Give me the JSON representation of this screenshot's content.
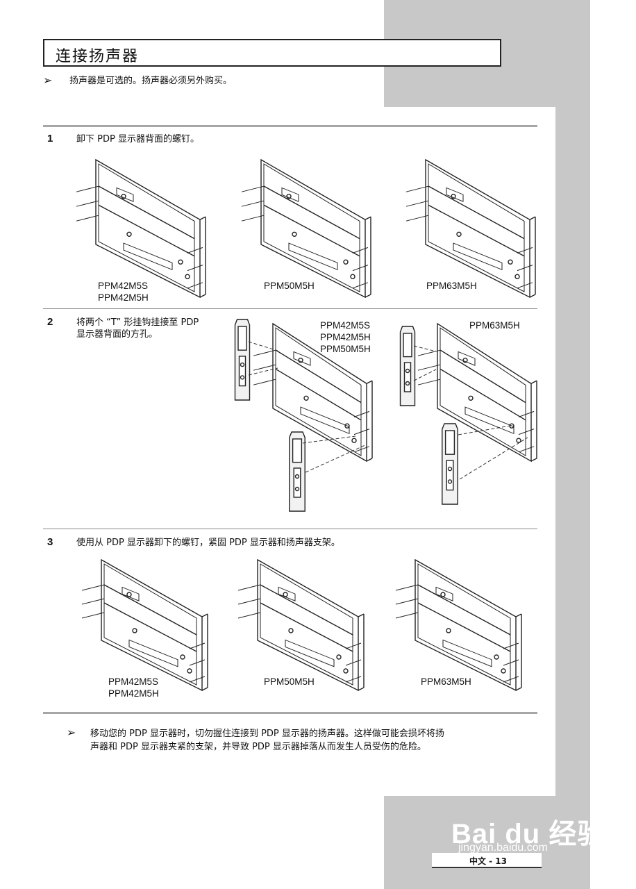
{
  "header": {
    "title": "连接扬声器",
    "note": "扬声器是可选的。扬声器必须另外购买。",
    "note_icon": "arrow-pointer-icon"
  },
  "steps": [
    {
      "number": "1",
      "text": "卸下 PDP 显示器背面的螺钉。",
      "models": [
        "PPM42M5S\nPPM42M5H",
        "PPM50M5H",
        "PPM63M5H"
      ]
    },
    {
      "number": "2",
      "text": "将两个 “T” 形挂钩挂接至 PDP\n显示器背面的方孔。",
      "models": [
        "PPM42M5S\nPPM42M5H\nPPM50M5H",
        "PPM63M5H"
      ]
    },
    {
      "number": "3",
      "text": "使用从 PDP 显示器卸下的螺钉，紧固 PDP 显示器和扬声器支架。",
      "models": [
        "PPM42M5S\nPPM42M5H",
        "PPM50M5H",
        "PPM63M5H"
      ]
    }
  ],
  "warning": {
    "text": "移动您的 PDP 显示器时，切勿握住连接到 PDP 显示器的扬声器。这样做可能会损坏将扬\n声器和 PDP 显示器夹紧的支架，并导致 PDP 显示器掉落从而发生人员受伤的危险。",
    "icon": "arrow-pointer-icon"
  },
  "footer": {
    "page_label": "中文 - 13"
  },
  "watermark": {
    "brand": "Bai du 经验",
    "url": "jingyan.baidu.com"
  },
  "colors": {
    "sidebar_gray": "#c8c8c8",
    "rule_gray": "#a6a6a6",
    "ink": "#111111"
  }
}
